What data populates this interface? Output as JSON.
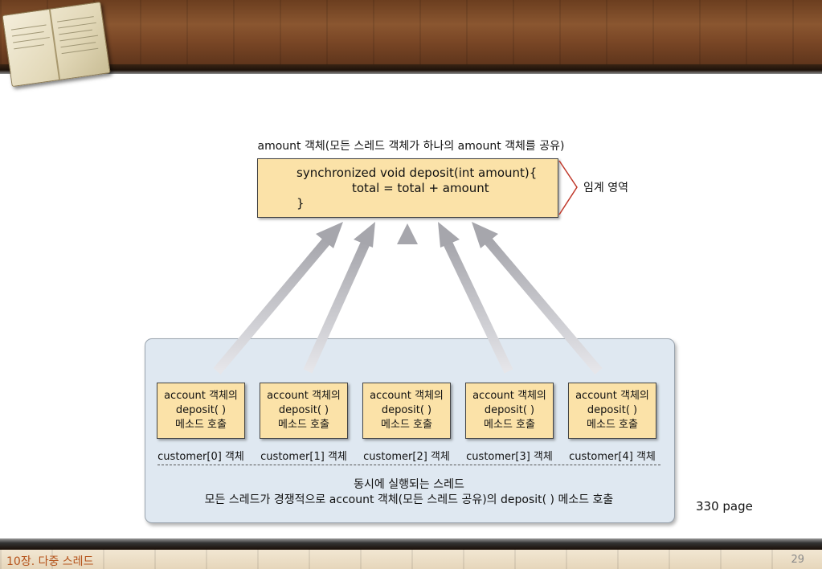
{
  "slide": {
    "chapter_label": "10장. 다중 스레드",
    "page_number": "29",
    "page_ref": "330 page"
  },
  "diagram": {
    "shared_object_caption": "amount 객체(모든 스레드 객체가 하나의 amount 객체를 공유)",
    "code_lines": [
      "synchronized void deposit(int amount){",
      "total = total + amount",
      "}"
    ],
    "critical_section_label": "임계 영역",
    "customers": [
      {
        "box_lines": [
          "account 객체의",
          "deposit( )",
          "메소드 호출"
        ],
        "label": "customer[0] 객체"
      },
      {
        "box_lines": [
          "account 객체의",
          "deposit( )",
          "메소드 호출"
        ],
        "label": "customer[1] 객체"
      },
      {
        "box_lines": [
          "account 객체의",
          "deposit( )",
          "메소드 호출"
        ],
        "label": "customer[2] 객체"
      },
      {
        "box_lines": [
          "account 객체의",
          "deposit( )",
          "메소드 호출"
        ],
        "label": "customer[3] 객체"
      },
      {
        "box_lines": [
          "account 객체의",
          "deposit( )",
          "메소드 호출"
        ],
        "label": "customer[4] 객체"
      }
    ],
    "panel_line_1": "동시에 실행되는 스레드",
    "panel_line_2": "모든 스레드가 경쟁적으로 account 객체(모든 스레드 공유)의 deposit( ) 메소드 호출"
  },
  "colors": {
    "box_fill": "#fbe2a8",
    "panel_fill": "#dfe8f1",
    "brace": "#c0392b",
    "arrow": "#b8b8bc",
    "chapter_text": "#b5521a"
  }
}
